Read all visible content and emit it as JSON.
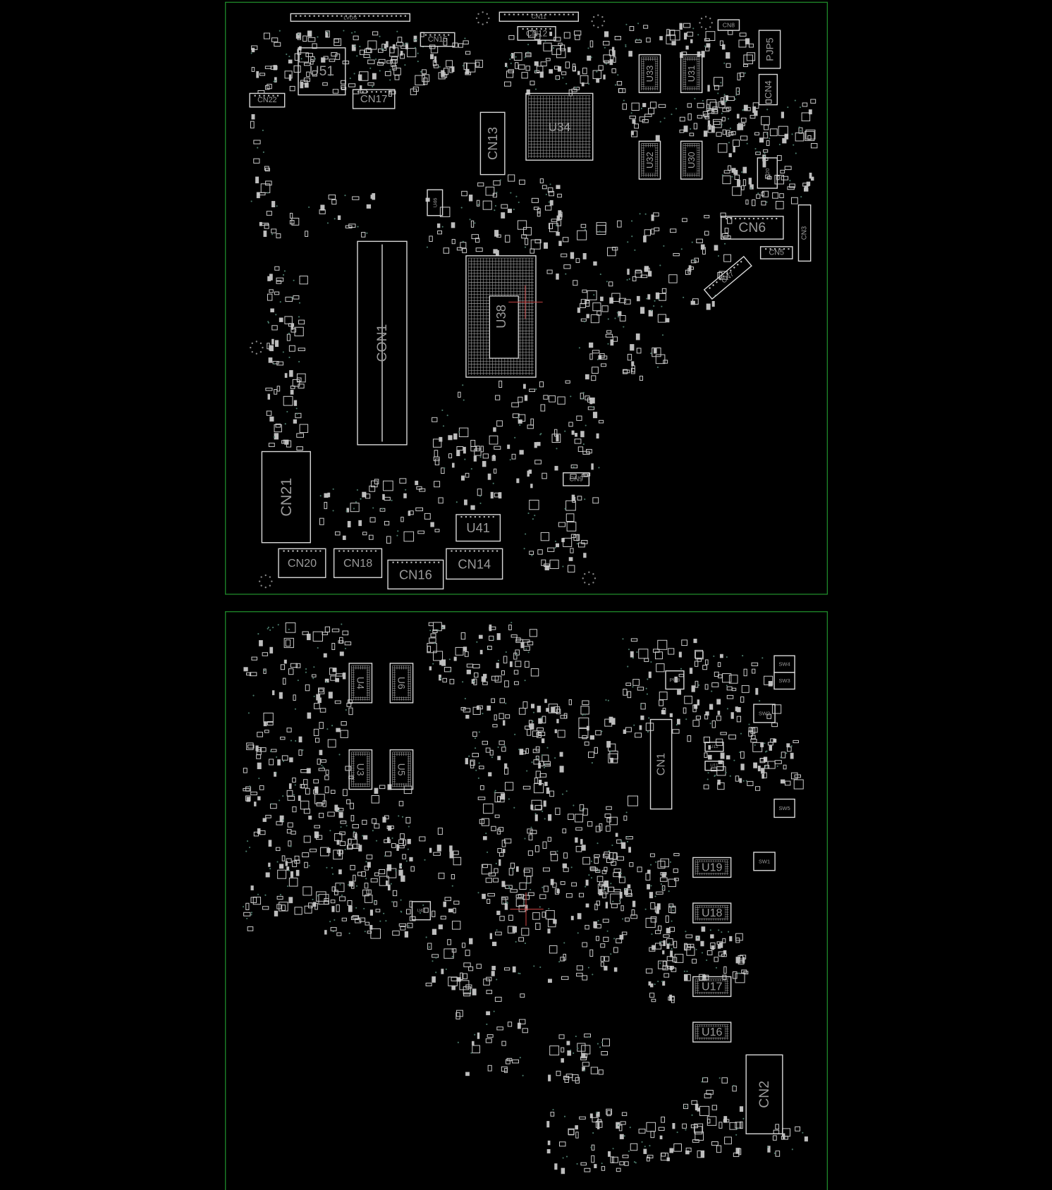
{
  "title": "Boardview – top and bottom layers",
  "top_layer": {
    "components": [
      "U51",
      "CN22",
      "CN17",
      "CN15",
      "CN12",
      "CN11",
      "CN13",
      "U34",
      "U33",
      "U31",
      "U32",
      "U30",
      "CN8",
      "PJP5",
      "CN4",
      "CN6",
      "CN5",
      "CN3",
      "CN7",
      "U38",
      "CON1",
      "CN21",
      "U41",
      "CN20",
      "CN18",
      "CN16",
      "CN14",
      "CN9",
      "U46",
      "U20",
      "LVDS"
    ]
  },
  "bottom_layer": {
    "components": [
      "U4",
      "U6",
      "U3",
      "U5",
      "CN1",
      "SW4",
      "SW3",
      "SW2",
      "SW5",
      "SW1",
      "U19",
      "U18",
      "U17",
      "U16",
      "CN2",
      "PU8",
      "U11",
      "U12",
      "U44"
    ]
  },
  "colors": {
    "background": "#000000",
    "outline": "#1f8a2a",
    "silkscreen": "#d8d8d8",
    "label": "#9a9a9a",
    "crosshair": "#c04040"
  }
}
